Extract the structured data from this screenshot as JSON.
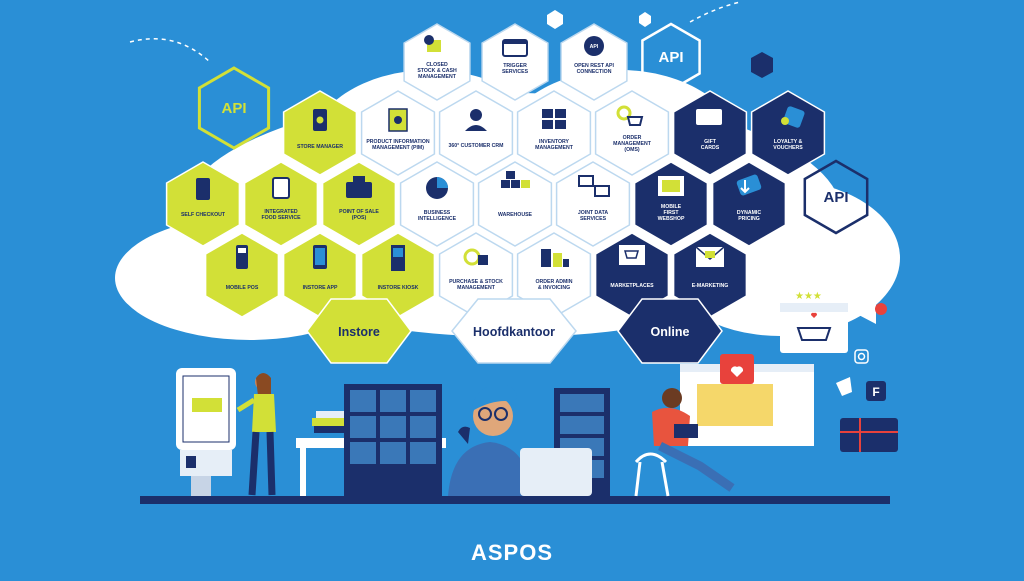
{
  "api_badges": [
    "API",
    "API",
    "API"
  ],
  "modules": {
    "closed_stock_cash": [
      "CLOSED",
      "STOCK & CASH",
      "MANAGEMENT"
    ],
    "trigger_services": [
      "TRIGGER",
      "SERVICES"
    ],
    "open_rest_api": [
      "OPEN REST API",
      "CONNECTION"
    ],
    "store_manager": [
      "STORE MANAGER"
    ],
    "pim": [
      "PRODUCT INFORMATION",
      "MANAGEMENT (PIM)"
    ],
    "crm": [
      "360° CUSTOMER CRM"
    ],
    "inventory": [
      "INVENTORY",
      "MANAGEMENT"
    ],
    "oms": [
      "ORDER",
      "MANAGEMENT",
      "(OMS)"
    ],
    "gift_cards": [
      "GIFT",
      "CARDS"
    ],
    "loyalty": [
      "LOYALTY &",
      "VOUCHERS"
    ],
    "self_checkout": [
      "SELF CHECKOUT"
    ],
    "food_service": [
      "INTEGRATED",
      "FOOD SERVICE"
    ],
    "pos": [
      "POINT OF SALE",
      "(POS)"
    ],
    "bi": [
      "BUSINESS",
      "INTELLIGENCE"
    ],
    "warehouse": [
      "WAREHOUSE"
    ],
    "joint_data": [
      "JOINT DATA",
      "SERVICES"
    ],
    "webshop": [
      "MOBILE",
      "FIRST",
      "WEBSHOP"
    ],
    "dynamic_pricing": [
      "DYNAMIC",
      "PRICING"
    ],
    "mobile_pos": [
      "MOBILE POS"
    ],
    "instore_app": [
      "INSTORE APP"
    ],
    "instore_kiosk": [
      "INSTORE KIOSK"
    ],
    "purchase_stock": [
      "PURCHASE & STOCK",
      "MANAGEMENT"
    ],
    "order_admin": [
      "ORDER ADMIN",
      "& INVOICING"
    ],
    "marketplaces": [
      "MARKETPLACES"
    ],
    "emarketing": [
      "E-MARKETING"
    ]
  },
  "channels": {
    "instore": "Instore",
    "hoofdkantoor": "Hoofdkantoor",
    "online": "Online"
  },
  "social": {
    "facebook": "F"
  },
  "brand": "ASPOS",
  "colors": {
    "background": "#2a8fd6",
    "lime": "#d2e037",
    "navy": "#1b2f6b",
    "white": "#ffffff"
  }
}
